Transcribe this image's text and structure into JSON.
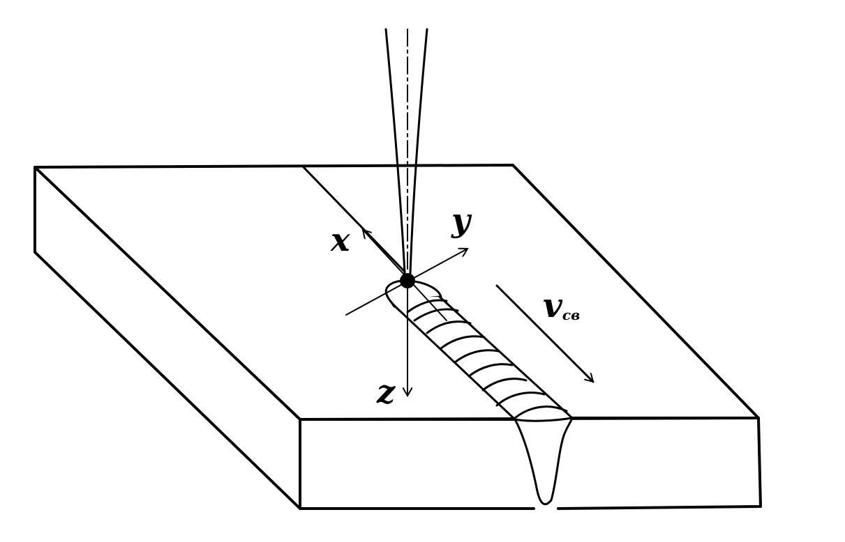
{
  "diagram": {
    "labels": {
      "x_axis": "x",
      "y_axis": "y",
      "z_axis": "z",
      "velocity_symbol": "v",
      "velocity_subscript": "св"
    },
    "colors": {
      "ink": "#000000",
      "paper": "#ffffff"
    }
  }
}
